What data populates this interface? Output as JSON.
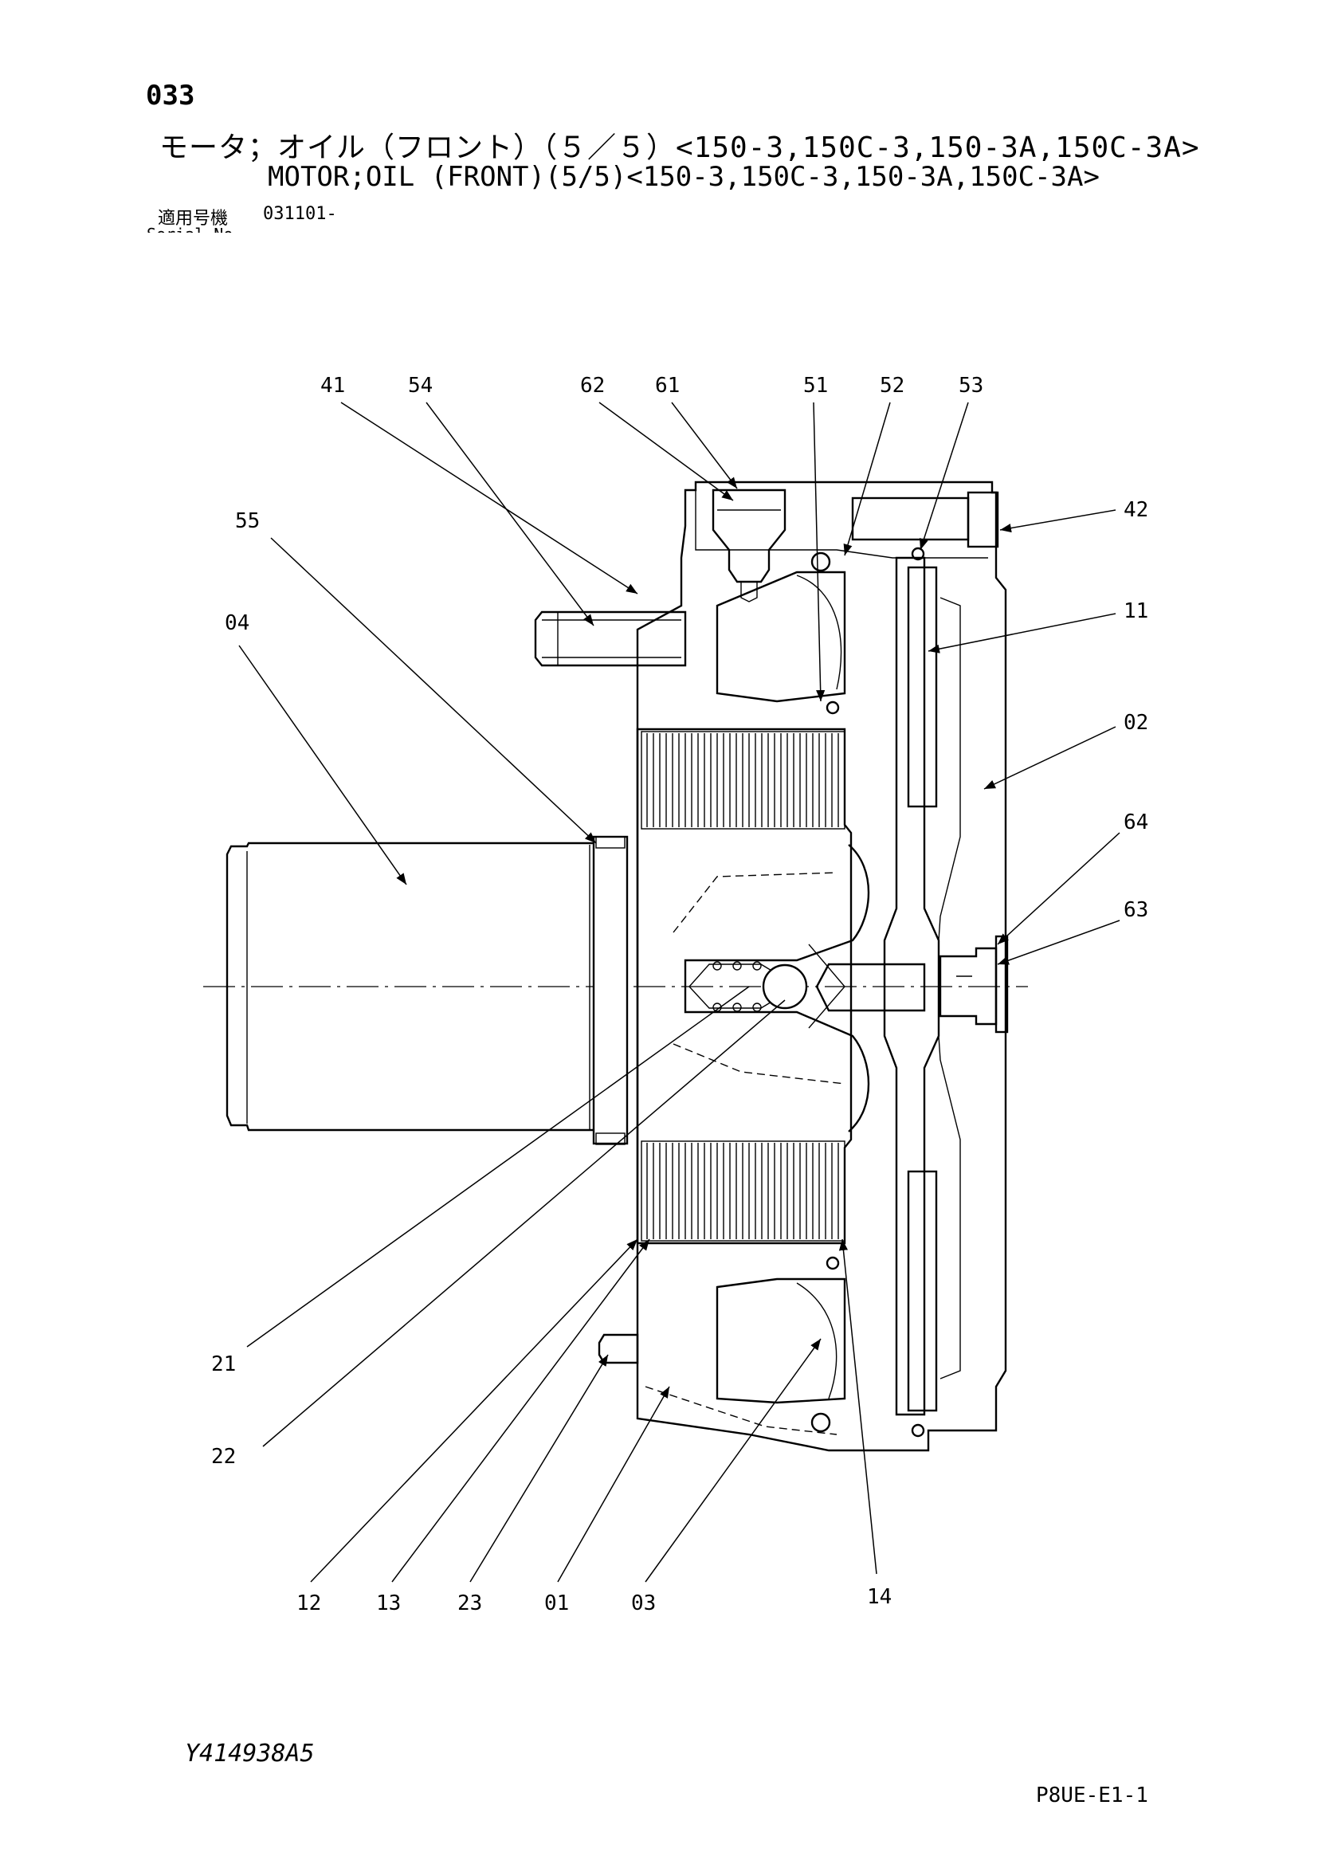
{
  "header": {
    "page_number": "033",
    "title_japanese": "モータ；オイル（フロント）（５／５）<150-3,150C-3,150-3A,150C-3A>",
    "title_english": "MOTOR;OIL (FRONT)(5/5)<150-3,150C-3,150-3A,150C-3A>",
    "serial_label": "適用号機",
    "serial_label_english": "Serial No.",
    "serial_value": "031101-"
  },
  "diagram": {
    "callouts": {
      "c41": "41",
      "c54": "54",
      "c62": "62",
      "c61": "61",
      "c51": "51",
      "c52": "52",
      "c53": "53",
      "c42": "42",
      "c55": "55",
      "c11": "11",
      "c04": "04",
      "c02": "02",
      "c64": "64",
      "c63": "63",
      "c21": "21",
      "c22": "22",
      "c12": "12",
      "c13": "13",
      "c23": "23",
      "c01": "01",
      "c03": "03",
      "c14": "14"
    }
  },
  "footer": {
    "drawing_code": "Y414938A5",
    "sheet_code": "P8UE-E1-1"
  }
}
